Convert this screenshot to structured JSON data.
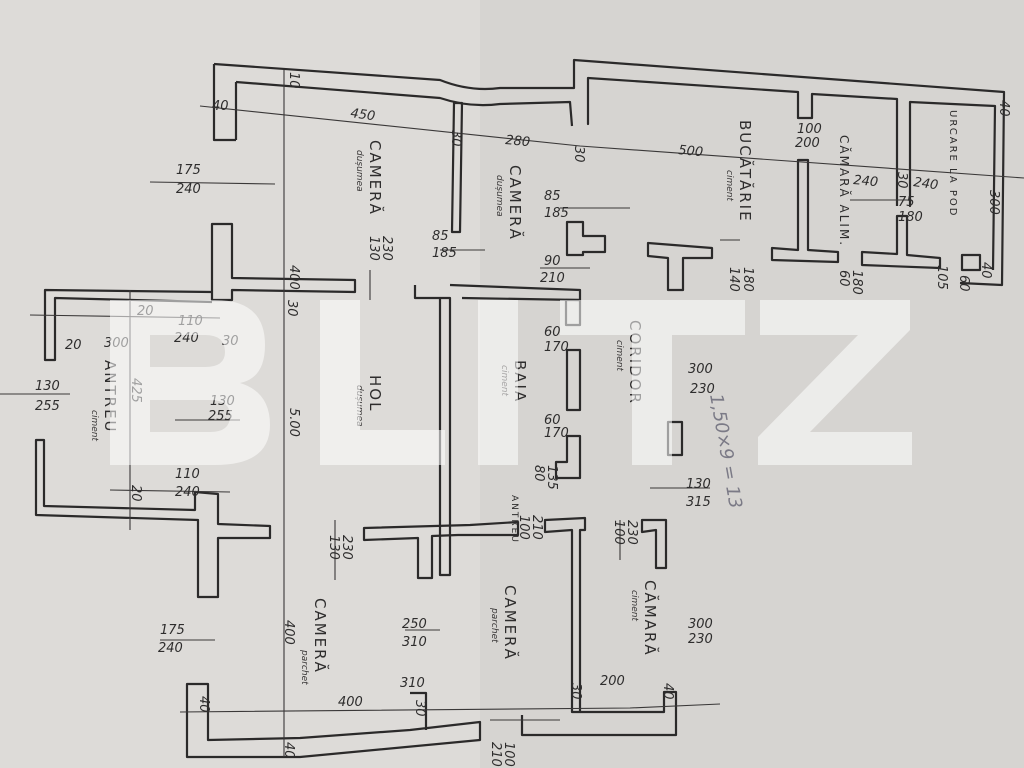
{
  "watermark": "BLITZ",
  "rooms": {
    "camera_top_left": {
      "name": "CAMERĂ",
      "floor": "dușumea"
    },
    "camera_top_mid": {
      "name": "CAMERĂ",
      "floor": "dușumea"
    },
    "bucatarie": {
      "name": "BUCĂTĂRIE",
      "floor": "ciment"
    },
    "camara_alim": {
      "name": "CĂMARĂ ALIM."
    },
    "urcare_pod": {
      "name": "URCARE LA POD"
    },
    "coridor": {
      "name": "CORIDOR",
      "floor": "ciment"
    },
    "baia": {
      "name": "BAIA",
      "floor": "ciment"
    },
    "hol": {
      "name": "HOL",
      "floor": "dușumea"
    },
    "antreu": {
      "name": "ANTREU",
      "floor": "ciment"
    },
    "antreu_small": {
      "name": "ANTREU"
    },
    "camera_bottom_left": {
      "name": "CAMERĂ",
      "floor": "parchet"
    },
    "camera_bottom_mid": {
      "name": "CAMERĂ",
      "floor": "parchet"
    },
    "camara_bottom": {
      "name": "CĂMARĂ",
      "floor": "ciment"
    }
  },
  "dimensions": [
    "40",
    "10",
    "450",
    "30",
    "280",
    "30",
    "500",
    "100",
    "200",
    "240",
    "30",
    "240",
    "40",
    "175",
    "240",
    "400",
    "85",
    "185",
    "130",
    "230",
    "85",
    "185",
    "90",
    "210",
    "140",
    "180",
    "60",
    "180",
    "75",
    "180",
    "105",
    "60",
    "300",
    "40",
    "20",
    "30",
    "110",
    "240",
    "20",
    "300",
    "30",
    "130",
    "255",
    "425",
    "130",
    "255",
    "5.00",
    "60",
    "170",
    "300",
    "230",
    "60",
    "170",
    "80",
    "135",
    "110",
    "240",
    "20",
    "130",
    "230",
    "100",
    "210",
    "130",
    "315",
    "100",
    "230",
    "175",
    "240",
    "400",
    "250",
    "310",
    "310",
    "30",
    "200",
    "40",
    "300",
    "230",
    "40",
    "400",
    "30",
    "40",
    "100",
    "210"
  ],
  "pencil_note": "1,50×9 = 13"
}
